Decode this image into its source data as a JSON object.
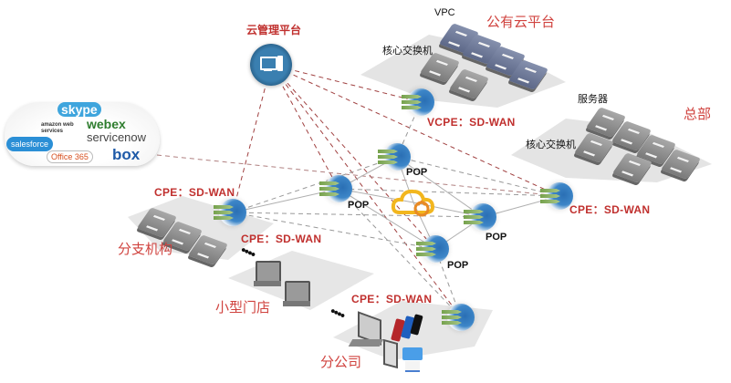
{
  "diagram": {
    "title": "SD-WAN Network Topology",
    "cloud_mgmt": {
      "label": "云管理平台",
      "icon": "computer-icon"
    },
    "public_cloud": {
      "label": "公有云平台",
      "vpc_label": "VPC",
      "core_switch_label": "核心交换机",
      "vcpe_label": "VCPE：SD-WAN"
    },
    "hq": {
      "label": "总部",
      "servers_label": "服务器",
      "core_switch_label": "核心交换机",
      "cpe_label": "CPE：SD-WAN"
    },
    "saas": {
      "brands": [
        "skype",
        "amazon web services",
        "webex",
        "servicenow",
        "salesforce",
        "Office 365",
        "box"
      ]
    },
    "branch": {
      "label": "分支机构",
      "cpe_label": "CPE：SD-WAN"
    },
    "small_store": {
      "label": "小型门店",
      "cpe_label": "CPE：SD-WAN"
    },
    "sub_office": {
      "label": "分公司",
      "cpe_label": "CPE：SD-WAN"
    },
    "pops": [
      {
        "label": "POP"
      },
      {
        "label": "POP"
      },
      {
        "label": "POP"
      },
      {
        "label": "POP"
      }
    ],
    "colors": {
      "label_red": "#c0302e",
      "node_blue": "#2a6fb4",
      "arrow_green": "#76a24d",
      "cloud_gold": "#f0b020"
    }
  }
}
